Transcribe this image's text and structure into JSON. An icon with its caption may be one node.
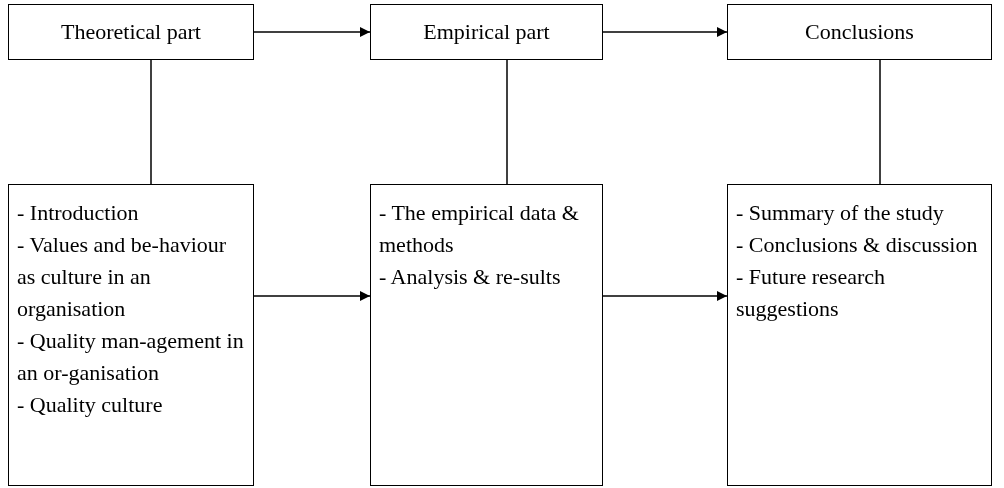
{
  "diagram": {
    "nodes": [
      {
        "text": [
          "Theoretical part"
        ]
      },
      {
        "text": [
          "Empirical part"
        ]
      },
      {
        "text": [
          "Conclusions"
        ]
      },
      {
        "text": [
          "- Introduction",
          "- Values and be-haviour as culture in an organisation",
          "- Quality man-agement in an or-ganisation",
          "- Quality culture"
        ]
      },
      {
        "text": [
          "- The empirical data & methods",
          "- Analysis & re-sults"
        ]
      },
      {
        "text": [
          "- Summary of the study",
          "- Conclusions & discussion",
          "- Future research suggestions"
        ]
      }
    ],
    "edges": [
      {
        "from": 0,
        "to": 1,
        "arrow": "to"
      },
      {
        "from": 1,
        "to": 2,
        "arrow": "to"
      },
      {
        "from": 0,
        "to": 3,
        "arrow": "none"
      },
      {
        "from": 1,
        "to": 4,
        "arrow": "none"
      },
      {
        "from": 2,
        "to": 5,
        "arrow": "none"
      },
      {
        "from": 3,
        "to": 4,
        "arrow": "to"
      },
      {
        "from": 4,
        "to": 5,
        "arrow": "to"
      }
    ]
  }
}
